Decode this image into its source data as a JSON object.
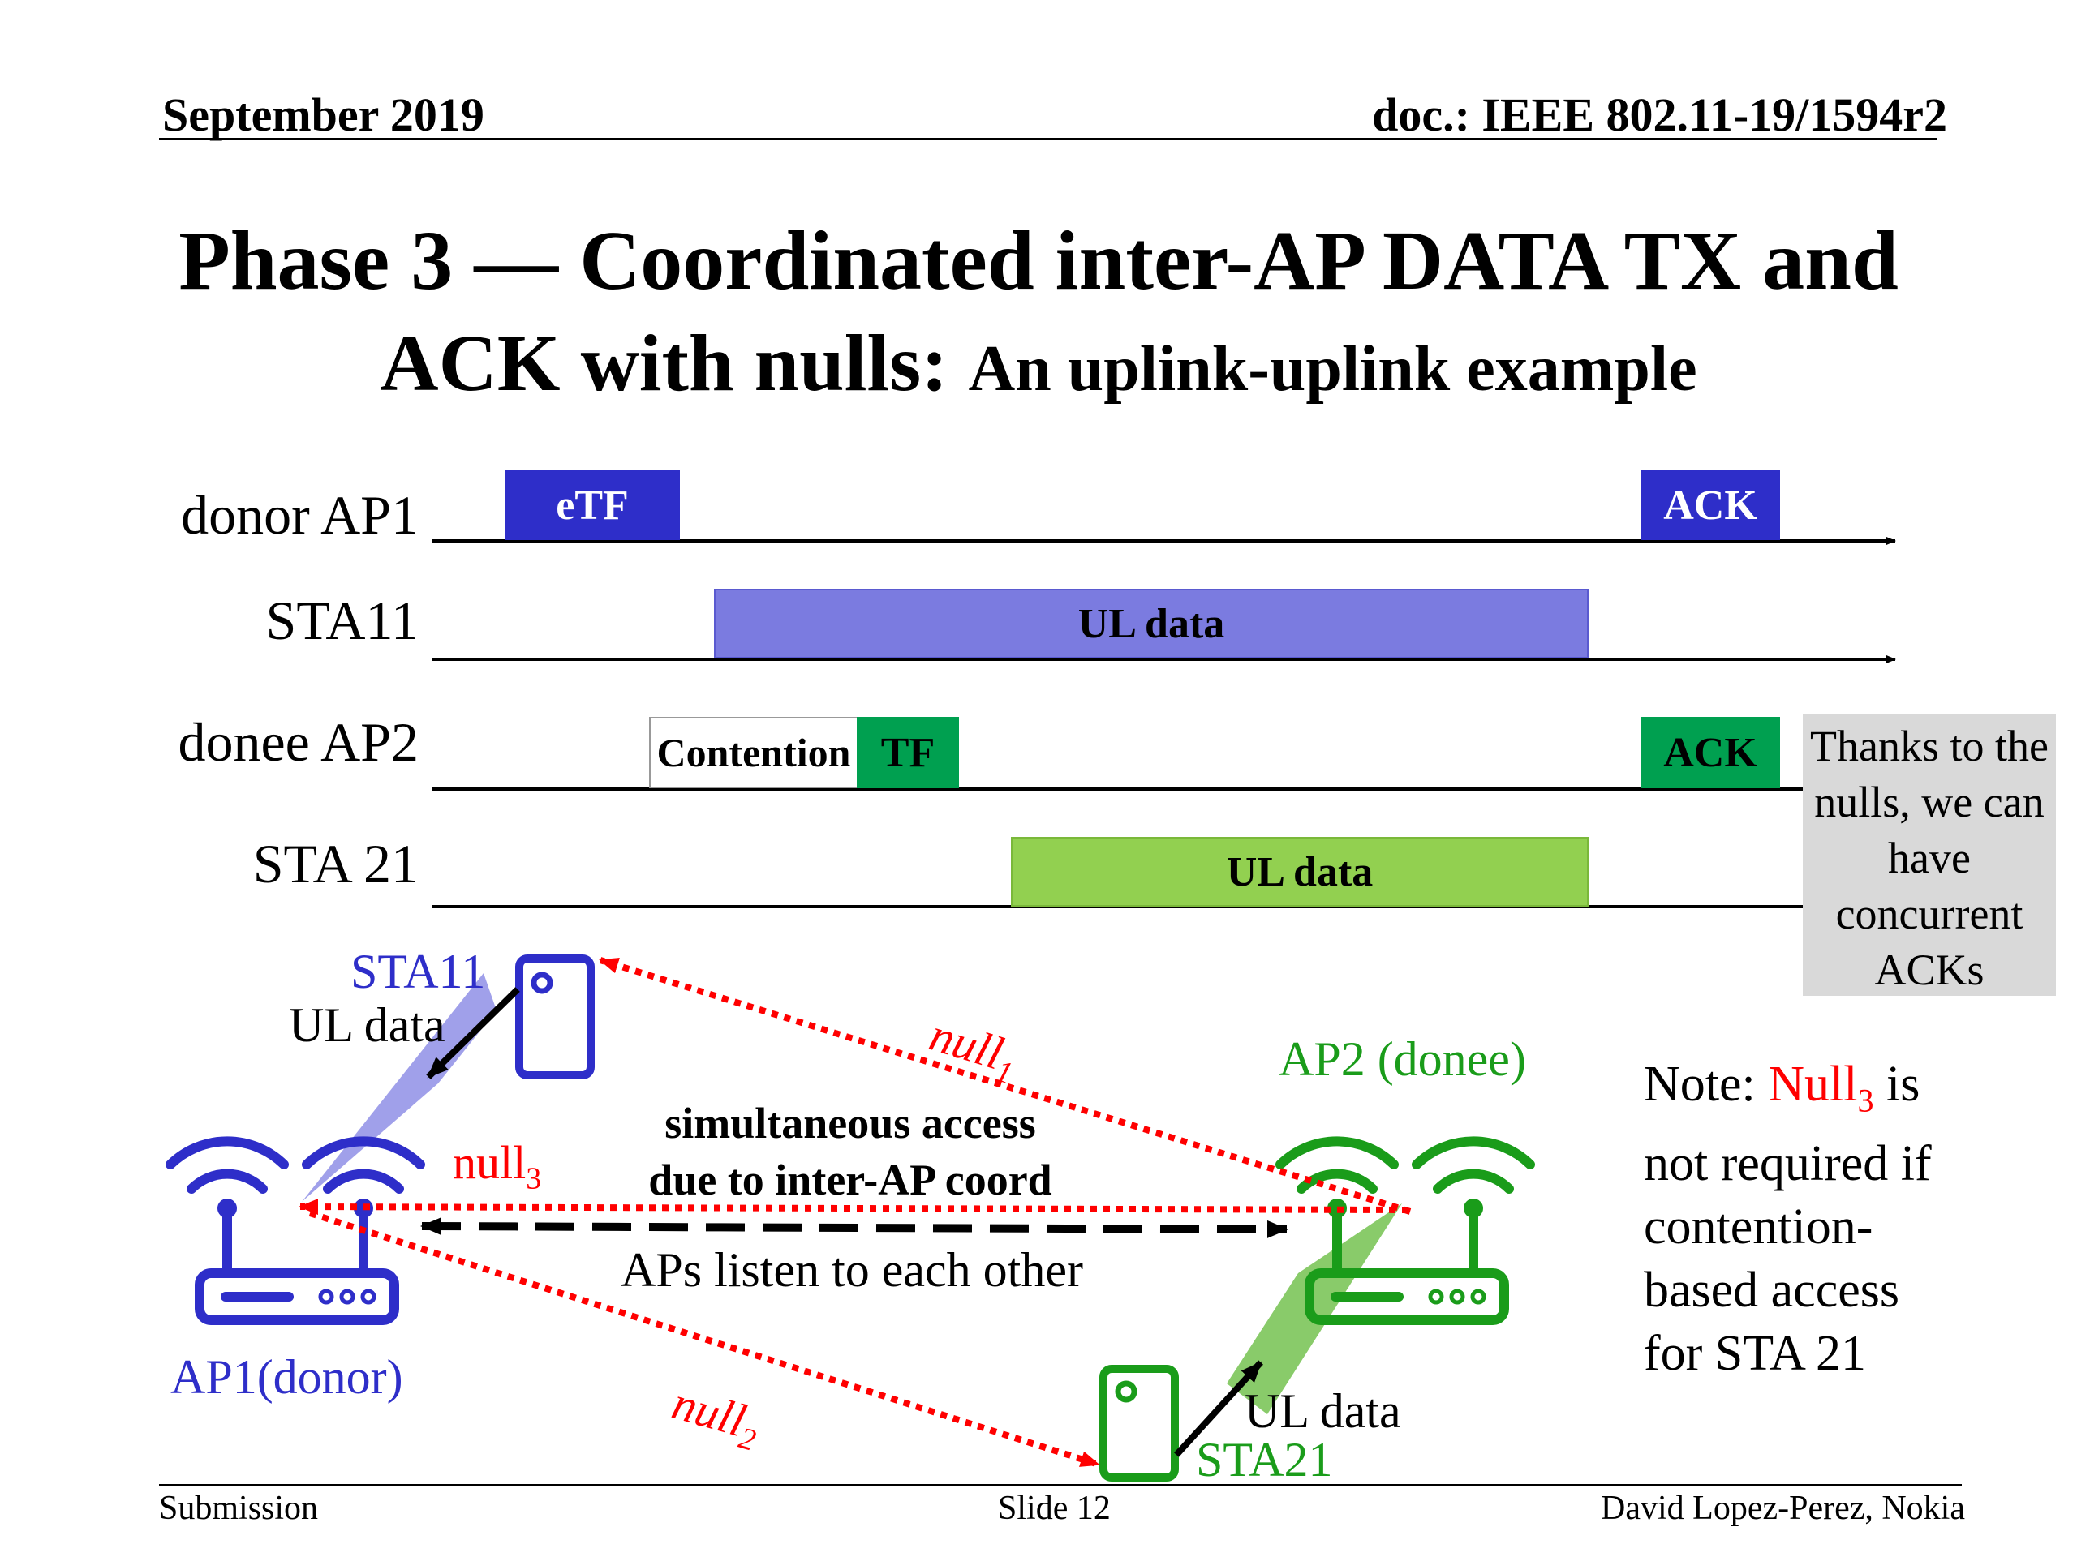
{
  "header": {
    "date": "September 2019",
    "doc": "doc.: IEEE 802.11-19/1594r2"
  },
  "title": {
    "line1": "Phase 3 — Coordinated inter-AP DATA TX and",
    "line2_bold": "ACK with nulls:",
    "line2_sub": "An uplink-uplink example"
  },
  "timeline": {
    "lanes": [
      "donor AP1",
      "STA11",
      "donee AP2",
      "STA 21"
    ],
    "blocks": {
      "etf": "eTF",
      "ack1": "ACK",
      "ul_data_sta11": "UL data",
      "contention": "Contention",
      "tf": "TF",
      "ack2": "ACK",
      "ul_data_sta21": "UL data"
    },
    "colors": {
      "ap1_blue": "#2E2EC9",
      "sta11_purple": "#7B7BE0",
      "ap2_green": "#00A050",
      "sta21_green": "#92D050"
    }
  },
  "callout": "Thanks to the nulls, we can have concurrent ACKs",
  "diagram": {
    "sta11_label": "STA11",
    "sta11_ul": "UL data",
    "null1": "null",
    "null1_sub": "1",
    "null2": "null",
    "null2_sub": "2",
    "null3": "null",
    "null3_sub": "3",
    "ap2_label": "AP2 (donee)",
    "ap1_label": "AP1(donor)",
    "simultaneous_line1": "simultaneous access",
    "simultaneous_line2": "due to inter-AP coord",
    "listen": "APs listen to each other",
    "sta21_ul": "UL data",
    "sta21_label": "STA21",
    "icons": [
      "wifi-router-icon",
      "smartphone-icon"
    ]
  },
  "note": {
    "prefix": "Note: ",
    "null": "Null",
    "null_sub": "3",
    "line1_rest": " is",
    "line2": "not required if",
    "line3": "contention-",
    "line4": "based access",
    "line5": "for STA 21"
  },
  "footer": {
    "left": "Submission",
    "center": "Slide 12",
    "right": "David Lopez-Perez, Nokia"
  }
}
